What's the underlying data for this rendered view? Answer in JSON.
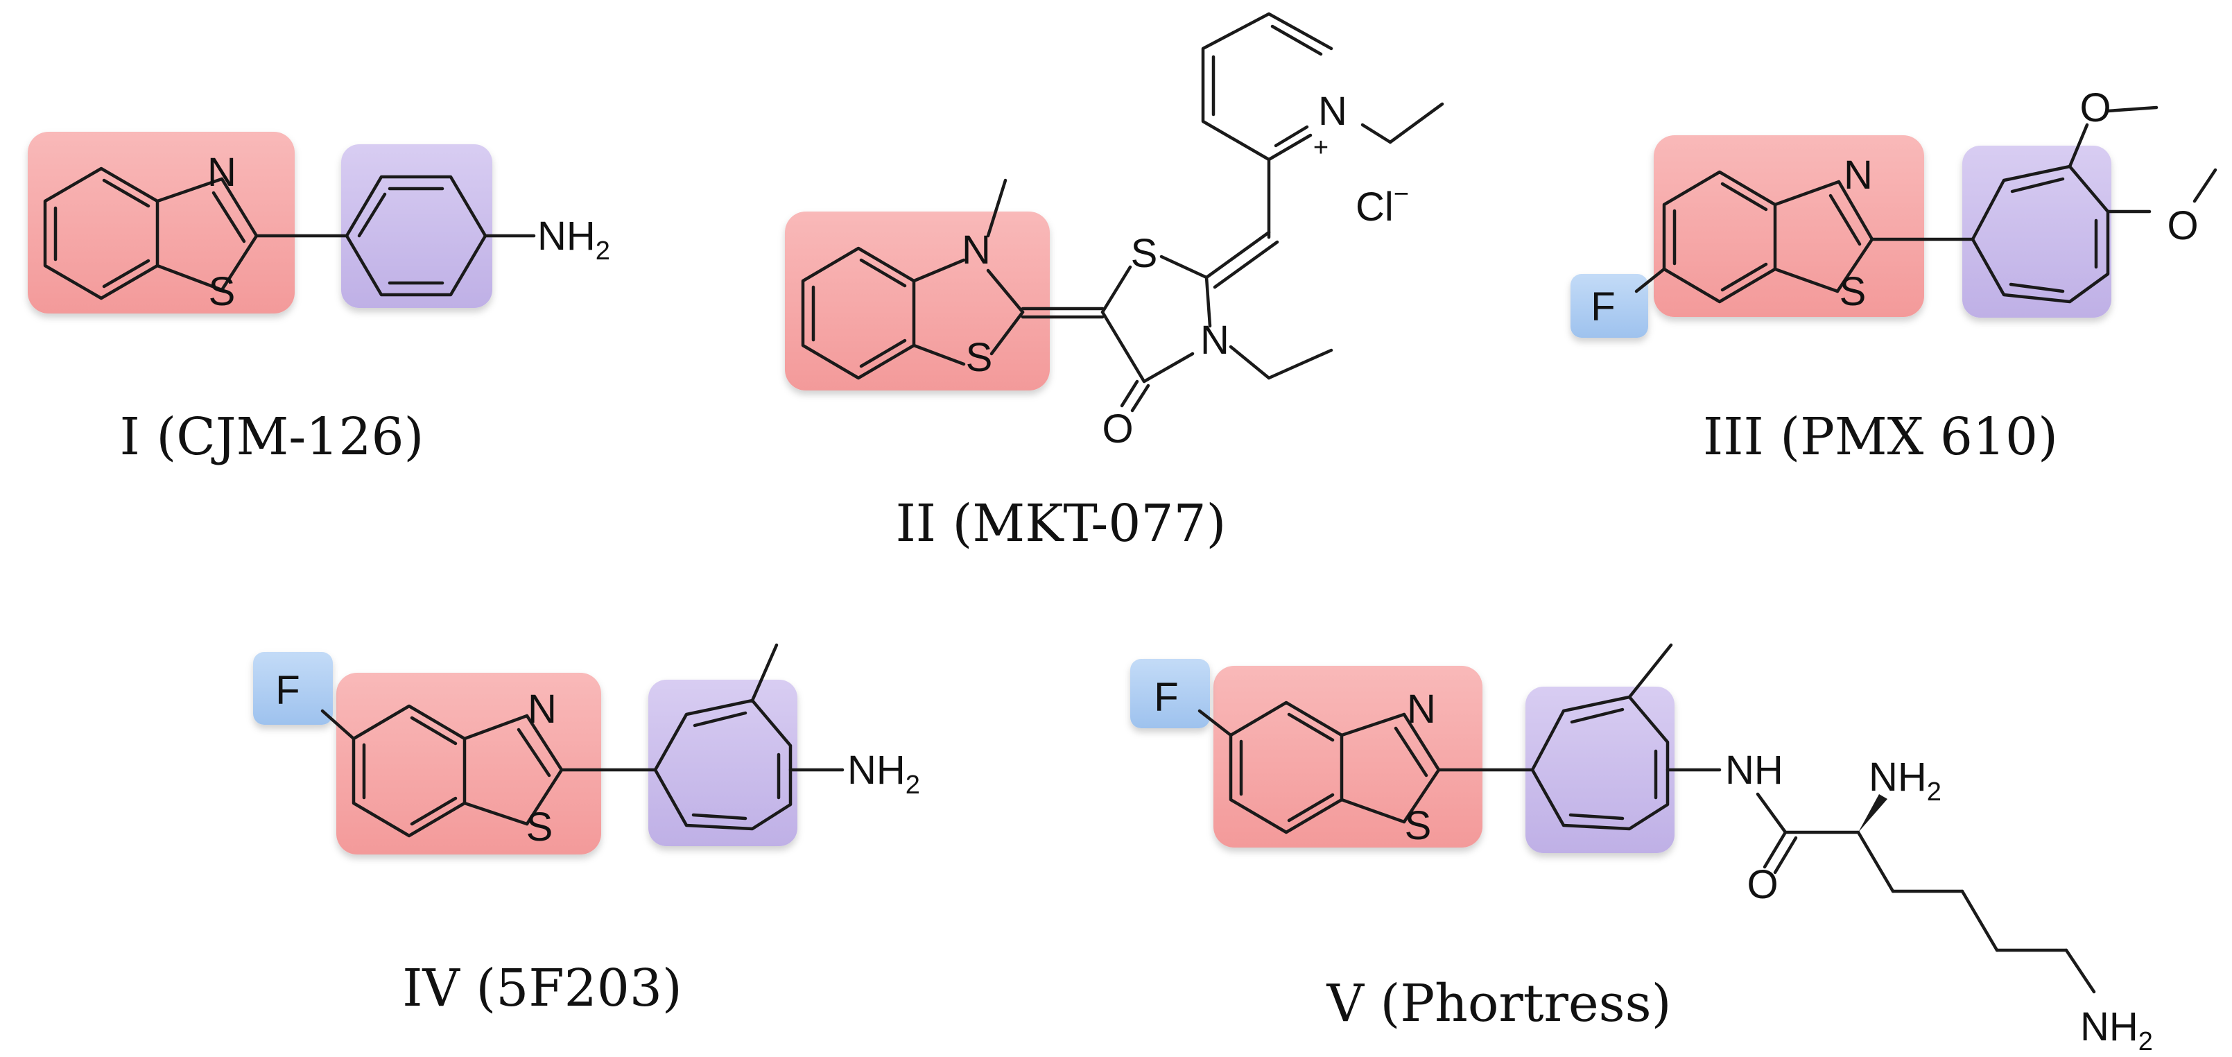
{
  "colors": {
    "benzothiazole_highlight": "#f6a3a3",
    "phenyl_highlight": "#c6b8e8",
    "fluorine_highlight": "#a8c8f0"
  },
  "atoms": {
    "N": "N",
    "S": "S",
    "O": "O",
    "F": "F",
    "NH2": "NH",
    "NH": "NH",
    "NH2_sub": "2",
    "Nplus": "N",
    "plus": "+",
    "Cl": "Cl",
    "Cl_charge": "−",
    "OMe": "O"
  },
  "compounds": [
    {
      "id": "I",
      "caption": "I (CJM-126)"
    },
    {
      "id": "II",
      "caption": "II (MKT-077)"
    },
    {
      "id": "III",
      "caption": "III (PMX 610)"
    },
    {
      "id": "IV",
      "caption": "IV (5F203)"
    },
    {
      "id": "V",
      "caption": "V (Phortress)"
    }
  ]
}
